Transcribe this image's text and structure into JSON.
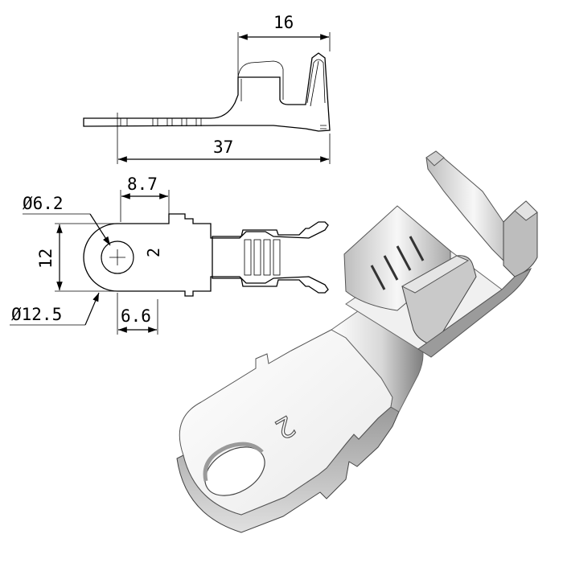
{
  "dimensions": {
    "side_top_width": "16",
    "side_total_length": "37",
    "top_slot_width": "8.7",
    "hole_diameter": "Ø6.2",
    "ring_height": "12",
    "ring_diameter": "Ø12.5",
    "ring_offset": "6.6",
    "part_marking": "2"
  },
  "colors": {
    "line": "#000000",
    "background": "#ffffff",
    "shade_light": "#f2f2f2",
    "shade_dark": "#8a8a8a"
  }
}
